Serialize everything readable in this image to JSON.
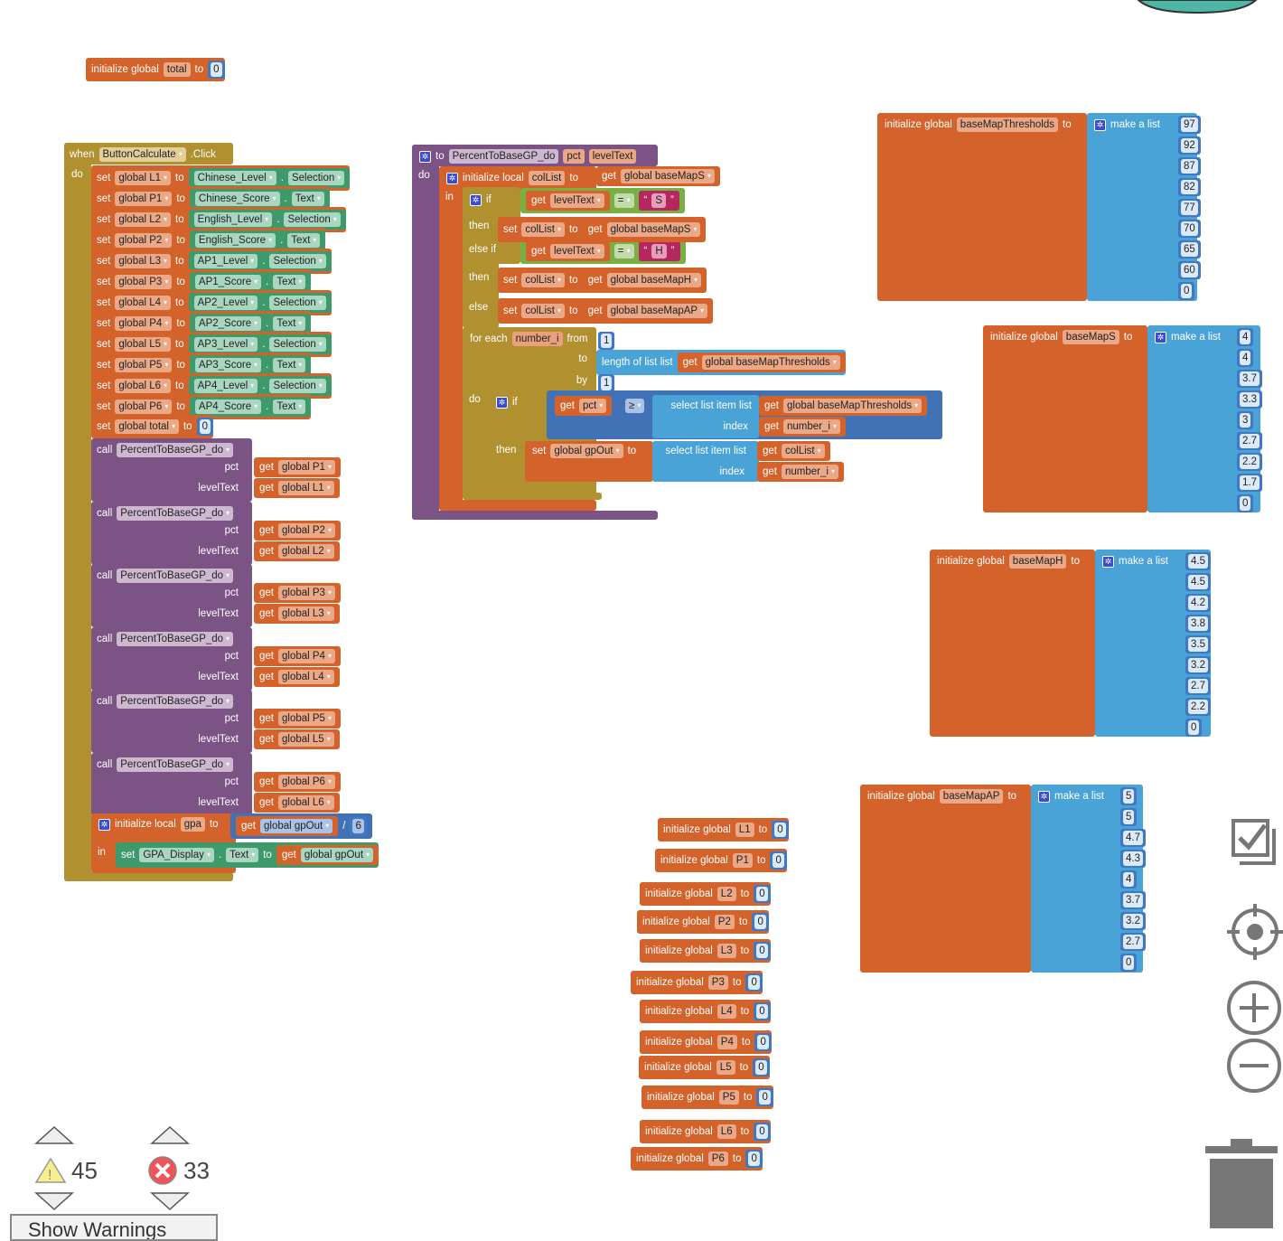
{
  "kw": {
    "set": "set",
    "to": "to",
    "get": "get",
    "call": "call",
    "dot": ".",
    "pct": "pct",
    "levelText": "levelText",
    "init_global": "initialize global",
    "init_local": "initialize local",
    "make_list": "make a list",
    "in": "in",
    "do": "do"
  },
  "top_init": {
    "name": "total",
    "value": "0"
  },
  "event": {
    "when": "when",
    "component": "ButtonCalculate",
    "event": ".Click",
    "sets": [
      {
        "var": "global L1",
        "comp": "Chinese_Level",
        "prop": "Selection"
      },
      {
        "var": "global P1",
        "comp": "Chinese_Score",
        "prop": "Text"
      },
      {
        "var": "global L2",
        "comp": "English_Level",
        "prop": "Selection"
      },
      {
        "var": "global P2",
        "comp": "English_Score",
        "prop": "Text"
      },
      {
        "var": "global L3",
        "comp": "AP1_Level",
        "prop": "Selection"
      },
      {
        "var": "global P3",
        "comp": "AP1_Score",
        "prop": "Text"
      },
      {
        "var": "global L4",
        "comp": "AP2_Level",
        "prop": "Selection"
      },
      {
        "var": "global P4",
        "comp": "AP2_Score",
        "prop": "Text"
      },
      {
        "var": "global L5",
        "comp": "AP3_Level",
        "prop": "Selection"
      },
      {
        "var": "global P5",
        "comp": "AP3_Score",
        "prop": "Text"
      },
      {
        "var": "global L6",
        "comp": "AP4_Level",
        "prop": "Selection"
      },
      {
        "var": "global P6",
        "comp": "AP4_Score",
        "prop": "Text"
      }
    ],
    "set_total": {
      "var": "global total",
      "value": "0"
    },
    "calls": [
      {
        "proc": "PercentToBaseGP_do",
        "pct": "global P1",
        "level": "global L1"
      },
      {
        "proc": "PercentToBaseGP_do",
        "pct": "global P2",
        "level": "global L2"
      },
      {
        "proc": "PercentToBaseGP_do",
        "pct": "global P3",
        "level": "global L3"
      },
      {
        "proc": "PercentToBaseGP_do",
        "pct": "global P4",
        "level": "global L4"
      },
      {
        "proc": "PercentToBaseGP_do",
        "pct": "global P5",
        "level": "global L5"
      },
      {
        "proc": "PercentToBaseGP_do",
        "pct": "global P6",
        "level": "global L6"
      }
    ],
    "gpa": {
      "name": "gpa",
      "get": "global gpOut",
      "op": "/",
      "divisor": "6",
      "comp": "GPA_Display",
      "prop": "Text",
      "get2": "global gpOut"
    }
  },
  "procedure": {
    "name": "PercentToBaseGP_do",
    "p1": "pct",
    "p2": "levelText",
    "local": "colList",
    "local_init": "global baseMapS",
    "if": "if",
    "then": "then",
    "else_if": "else if",
    "else": "else",
    "eq": "=",
    "s": "S",
    "h": "H",
    "quote": "“",
    "quote2": "”",
    "then1": "global baseMapS",
    "then2": "global baseMapH",
    "else_val": "global baseMapAP",
    "for_each": "for each",
    "loop_var": "number_i",
    "from": "from",
    "from_val": "1",
    "to": "to",
    "length_of_list": "length of list  list",
    "by": "by",
    "by_val": "1",
    "thresholds": "global baseMapThresholds",
    "ge": "≥",
    "select": "select list item  list",
    "index": "index",
    "gpout": "global gpOut",
    "collist": "colList"
  },
  "lists": [
    {
      "name": "baseMapThresholds",
      "values": [
        "97",
        "92",
        "87",
        "82",
        "77",
        "70",
        "65",
        "60",
        "0"
      ]
    },
    {
      "name": "baseMapS",
      "values": [
        "4",
        "4",
        "3.7",
        "3.3",
        "3",
        "2.7",
        "2.2",
        "1.7",
        "0"
      ]
    },
    {
      "name": "baseMapH",
      "values": [
        "4.5",
        "4.5",
        "4.2",
        "3.8",
        "3.5",
        "3.2",
        "2.7",
        "2.2",
        "0"
      ]
    },
    {
      "name": "baseMapAP",
      "values": [
        "5",
        "5",
        "4.7",
        "4.3",
        "4",
        "3.7",
        "3.2",
        "2.7",
        "0"
      ]
    }
  ],
  "globals": [
    {
      "name": "L1",
      "value": "0"
    },
    {
      "name": "P1",
      "value": "0"
    },
    {
      "name": "L2",
      "value": "0"
    },
    {
      "name": "P2",
      "value": "0"
    },
    {
      "name": "L3",
      "value": "0"
    },
    {
      "name": "P3",
      "value": "0"
    },
    {
      "name": "L4",
      "value": "0"
    },
    {
      "name": "P4",
      "value": "0"
    },
    {
      "name": "L5",
      "value": "0"
    },
    {
      "name": "P5",
      "value": "0"
    },
    {
      "name": "L6",
      "value": "0"
    },
    {
      "name": "P6",
      "value": "0"
    }
  ],
  "warnings": {
    "count": "45"
  },
  "errors": {
    "count": "33"
  },
  "show_warnings": "Show Warnings"
}
